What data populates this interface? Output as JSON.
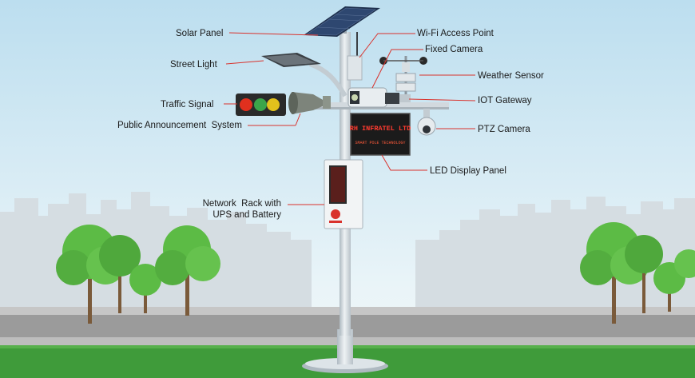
{
  "labels": {
    "solar_panel": "Solar Panel",
    "street_light": "Street Light",
    "traffic_signal": "Traffic Signal",
    "public_announcement": "Public Announcement  System",
    "network_rack_line1": "Network  Rack with",
    "network_rack_line2": "UPS and Battery",
    "wifi_access_point": "Wi-Fi Access Point",
    "fixed_camera": "Fixed Camera",
    "weather_sensor": "Weather Sensor",
    "iot_gateway": "IOT Gateway",
    "ptz_camera": "PTZ Camera",
    "led_display_panel": "LED Display Panel"
  },
  "led_display": {
    "line1": "RH INFRATEL LTD",
    "line2": "SMART POLE TECHNOLOGY"
  },
  "colors": {
    "sky_top": "#bfe0f0",
    "sky_bottom": "#eaf4f8",
    "leader_line": "#d9322c",
    "pole": "#c9d2d8",
    "grass": "#3f9b3a",
    "road": "#9a9a9a",
    "tree": "#5cbb45",
    "led_text": "#ff3b2f"
  }
}
